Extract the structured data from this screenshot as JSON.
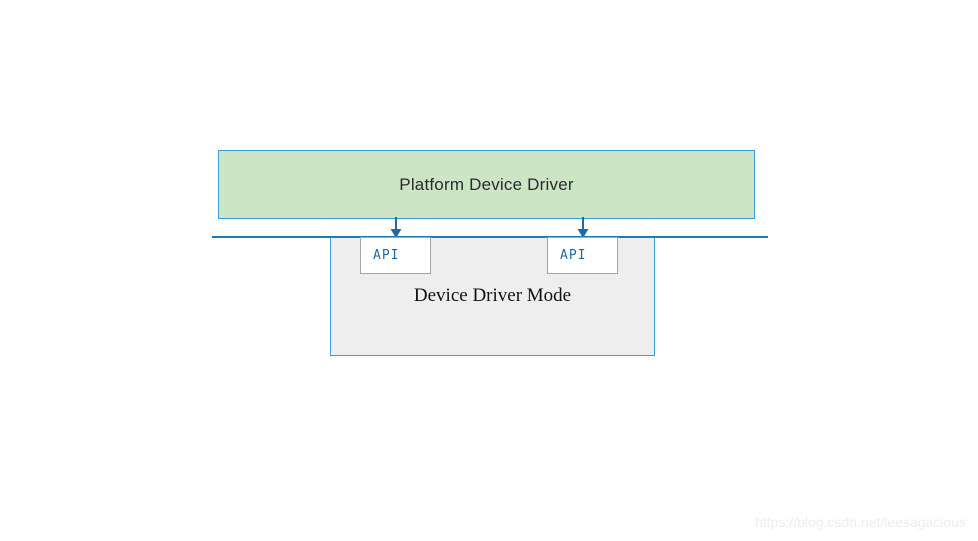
{
  "diagram": {
    "title_block": {
      "label": "Platform Device Driver",
      "fill_color": "#cce5c4",
      "border_color": "#3c9cd8"
    },
    "boundary": {
      "color": "#1f7bb8"
    },
    "driver_mode_block": {
      "label": "Device Driver Mode",
      "fill_color": "#eeeeee",
      "border_color": "#3c9cd8"
    },
    "api_blocks": [
      {
        "label": "API",
        "text_color": "#1f6aa5",
        "border_color": "#a6a6a6"
      },
      {
        "label": "API",
        "text_color": "#1f6aa5",
        "border_color": "#a6a6a6"
      }
    ],
    "arrows": [
      {
        "direction": "down",
        "color": "#1f6aa5"
      },
      {
        "direction": "down",
        "color": "#1f6aa5"
      }
    ]
  },
  "watermark": {
    "text": "https://blog.csdn.net/leesagacious",
    "color": "#ededed"
  }
}
